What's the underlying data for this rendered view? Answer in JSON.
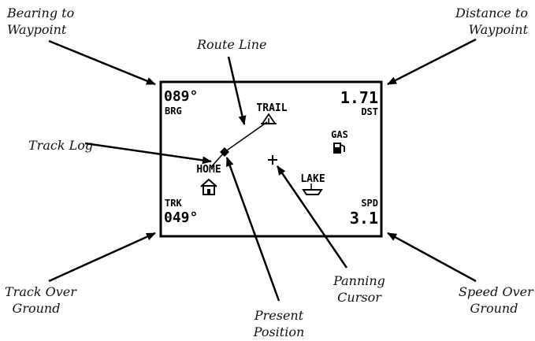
{
  "callouts": {
    "bearing_to_waypoint": [
      "Bearing to",
      "Waypoint"
    ],
    "distance_to_waypoint": [
      "Distance to",
      "Waypoint"
    ],
    "route_line": "Route Line",
    "track_log": "Track Log",
    "panning_cursor": [
      "Panning",
      "Cursor"
    ],
    "track_over_ground": [
      "Track Over",
      "Ground"
    ],
    "present_position": [
      "Present",
      "Position"
    ],
    "speed_over_ground": [
      "Speed Over",
      "Ground"
    ]
  },
  "screen": {
    "bearing_value": "089°",
    "bearing_label": "BRG",
    "distance_value": "1.71",
    "distance_label": "DST",
    "track_label": "TRK",
    "track_value": "049°",
    "speed_label": "SPD",
    "speed_value": "3.1"
  },
  "waypoints": {
    "trail": "TRAIL",
    "gas": "GAS",
    "home": "HOME",
    "lake": "LAKE"
  },
  "icons": {
    "trail": "tent-icon",
    "gas": "fuel-pump-icon",
    "home": "house-icon",
    "lake": "boat-icon",
    "present_position": "diamond-marker-icon",
    "cursor": "crosshair-icon"
  },
  "colors": {
    "ink": "#000000",
    "screen_background": "#ffffff"
  }
}
